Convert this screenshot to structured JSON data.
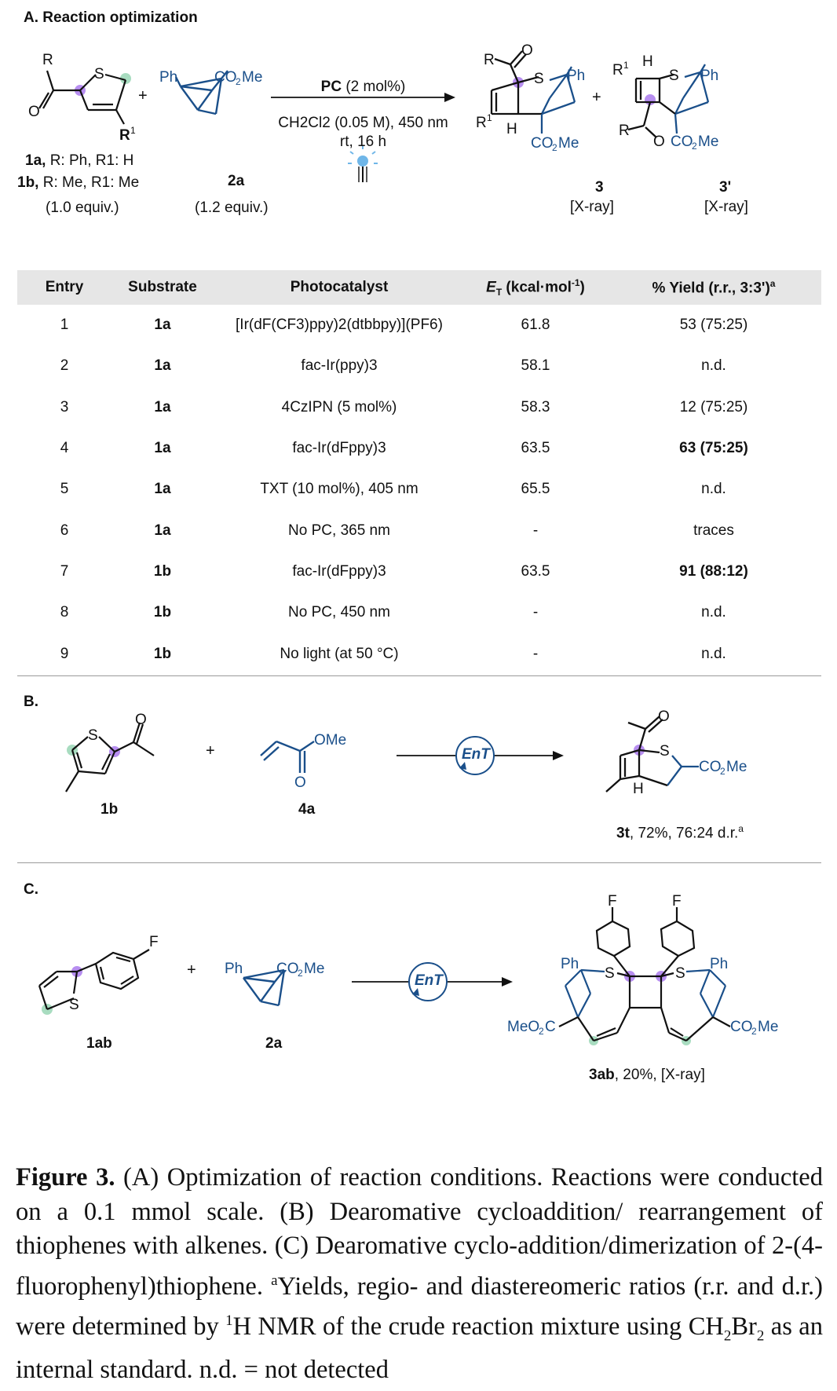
{
  "sectionA": {
    "title": "A. Reaction optimization",
    "reagents": {
      "pc_label": "PC",
      "pc_amount": "(2 mol%)",
      "solvent": "CH2Cl2 (0.05 M), 450 nm",
      "conditions": "rt, 16 h"
    },
    "substrate_1a_label": "1a,",
    "substrate_1a_desc": "R: Ph, R1: H",
    "substrate_1b_label": "1b,",
    "substrate_1b_desc": "R: Me, R1: Me",
    "substrate_equiv": "(1.0 equiv.)",
    "reagent_2a_label": "2a",
    "reagent_2a_equiv": "(1.2 equiv.)",
    "product_3_label": "3",
    "product_3_note": "[X-ray]",
    "product_3p_label": "3'",
    "product_3p_note": "[X-ray]"
  },
  "table": {
    "headers": [
      "Entry",
      "Substrate",
      "Photocatalyst",
      "ET (kcal·mol-1)",
      "% Yield (r.r., 3:3')a"
    ],
    "rows": [
      {
        "entry": "1",
        "substrate": "1a",
        "photocatalyst": "[Ir(dF(CF3)ppy)2(dtbbpy)](PF6)",
        "et": "61.8",
        "yield": "53 (75:25)",
        "bold": false
      },
      {
        "entry": "2",
        "substrate": "1a",
        "photocatalyst": "fac-Ir(ppy)3",
        "et": "58.1",
        "yield": "n.d.",
        "bold": false
      },
      {
        "entry": "3",
        "substrate": "1a",
        "photocatalyst": "4CzIPN (5 mol%)",
        "et": "58.3",
        "yield": "12 (75:25)",
        "bold": false
      },
      {
        "entry": "4",
        "substrate": "1a",
        "photocatalyst": "fac-Ir(dFppy)3",
        "et": "63.5",
        "yield": "63 (75:25)",
        "bold": true
      },
      {
        "entry": "5",
        "substrate": "1a",
        "photocatalyst": "TXT (10 mol%), 405 nm",
        "et": "65.5",
        "yield": "n.d.",
        "bold": false
      },
      {
        "entry": "6",
        "substrate": "1a",
        "photocatalyst": "No PC, 365 nm",
        "et": "-",
        "yield": "traces",
        "bold": false
      },
      {
        "entry": "7",
        "substrate": "1b",
        "photocatalyst": "fac-Ir(dFppy)3",
        "et": "63.5",
        "yield": "91 (88:12)",
        "bold": true
      },
      {
        "entry": "8",
        "substrate": "1b",
        "photocatalyst": "No PC, 450 nm",
        "et": "-",
        "yield": "n.d.",
        "bold": false
      },
      {
        "entry": "9",
        "substrate": "1b",
        "photocatalyst": "No light (at 50 °C)",
        "et": "-",
        "yield": "n.d.",
        "bold": false
      }
    ]
  },
  "sectionB": {
    "title": "B.",
    "substrate_label": "1b",
    "alkene_label": "4a",
    "arrow_label": "EnT",
    "product_label": "3t",
    "product_result": ", 72%, 76:24 d.r.",
    "product_note": "a"
  },
  "sectionC": {
    "title": "C.",
    "substrate_label": "1ab",
    "reagent_label": "2a",
    "arrow_label": "EnT",
    "product_label": "3ab",
    "product_result": ", 20%, [X-ray]"
  },
  "caption": {
    "figure_label": "Figure 3.",
    "text_1": " (A) Optimization of reaction conditions. Reactions were conducted on a 0.1 mmol scale. (B) Dearomative cycloaddition/ rearrangement of thiophenes with alkenes. (C) Dearomative cyclo-addition/dimerization of 2-(4-fluorophenyl)thiophene. ",
    "footnote_mark": "a",
    "text_2": "Yields, regio- and diastereomeric ratios (r.r. and d.r.) were determined by ",
    "nmr_sup": "1",
    "text_3": "H NMR of the crude reaction mixture using CH",
    "sub_2a": "2",
    "text_4": "Br",
    "sub_2b": "2",
    "text_5": " as an internal standard. n.d. = not detected"
  },
  "colors": {
    "structure_blue": "#1a4f8a",
    "highlight_purple": "#b78ef0",
    "highlight_green": "#a8dcc0",
    "header_gray": "#e6e6e6"
  }
}
